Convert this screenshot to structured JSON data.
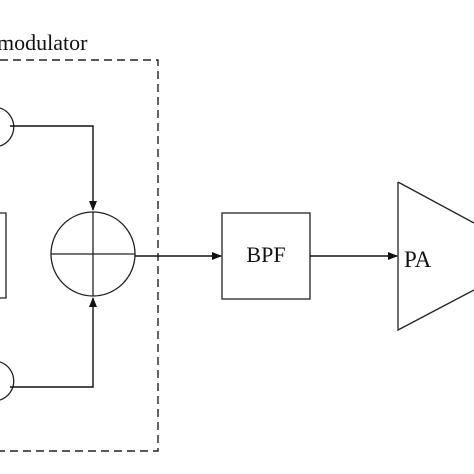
{
  "diagram": {
    "modulator_label": "modulator",
    "bpf_label": "BPF",
    "pa_label": "PA"
  }
}
